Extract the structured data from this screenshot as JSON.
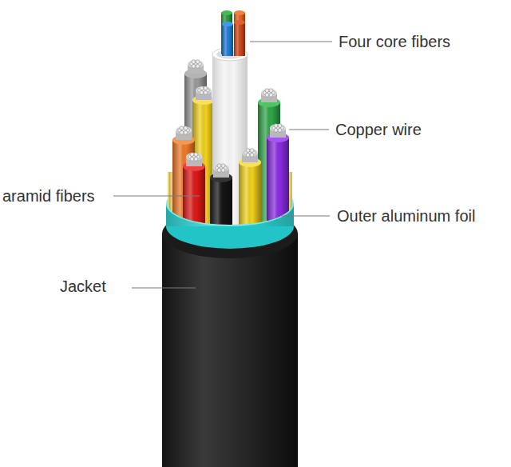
{
  "diagram": {
    "labels": [
      "Four core fibers",
      "Copper wire",
      "aramid fibers",
      "Outer aluminum foil",
      "Jacket"
    ]
  }
}
